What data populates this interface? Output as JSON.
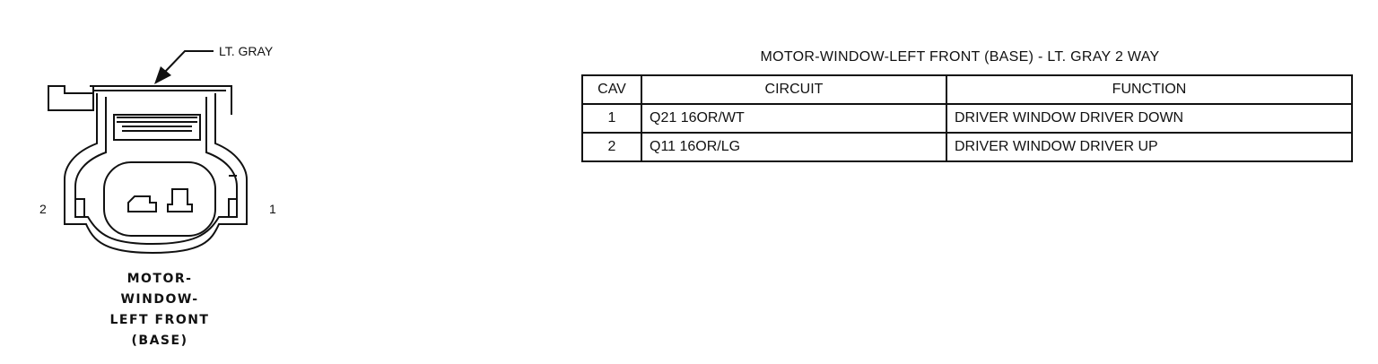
{
  "connector": {
    "color_label": "LT. GRAY",
    "cavity_left_label": "2",
    "cavity_right_label": "1",
    "caption_lines": [
      "MOTOR-",
      "WINDOW-",
      "LEFT FRONT",
      "(BASE)"
    ]
  },
  "table": {
    "title": "MOTOR-WINDOW-LEFT FRONT (BASE) - LT. GRAY 2 WAY",
    "headers": {
      "cav": "CAV",
      "circuit": "CIRCUIT",
      "function": "FUNCTION"
    },
    "rows": [
      {
        "cav": "1",
        "circuit": "Q21 16OR/WT",
        "function": "DRIVER WINDOW DRIVER DOWN"
      },
      {
        "cav": "2",
        "circuit": "Q11 16OR/LG",
        "function": "DRIVER WINDOW DRIVER UP"
      }
    ]
  },
  "colors": {
    "line": "#111111",
    "background": "#ffffff"
  }
}
